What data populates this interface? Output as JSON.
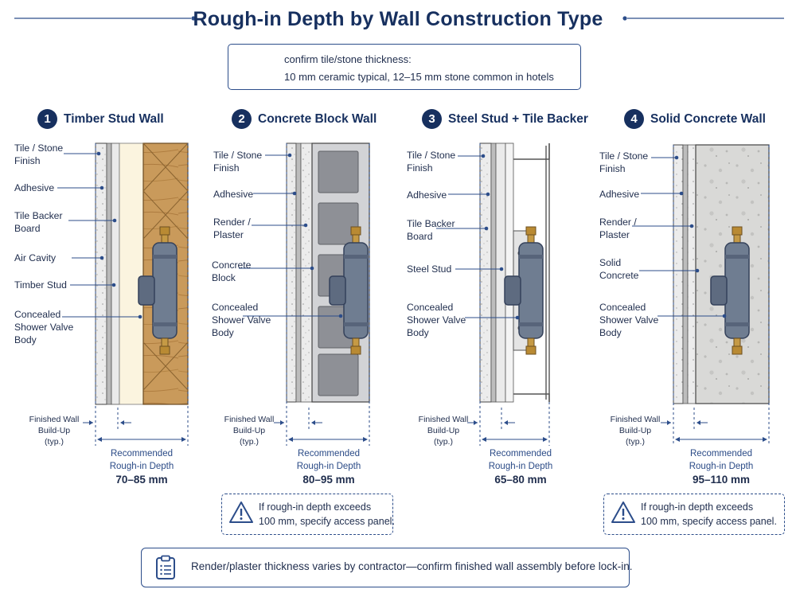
{
  "title": "Rough-in Depth by Wall Construction Type",
  "note": {
    "line1": "confirm tile/stone thickness:",
    "line2": "10 mm ceramic typical, 12–15 mm stone common in hotels"
  },
  "panels": [
    {
      "number": "1",
      "heading": "Timber Stud Wall",
      "labels": [
        "Tile / Stone\nFinish",
        "Adhesive",
        "Tile Backer\nBoard",
        "Air Cavity",
        "Timber Stud",
        "Concealed\nShower Valve\nBody"
      ],
      "finished_wall": "Finished Wall\nBuild-Up\n(typ.)",
      "recommended": "Recommended\nRough-in Depth",
      "range": "70–85 mm"
    },
    {
      "number": "2",
      "heading": "Concrete Block Wall",
      "labels": [
        "Tile / Stone\nFinish",
        "Adhesive",
        "Render /\nPlaster",
        "Concrete\nBlock",
        "Concealed\nShower Valve\nBody"
      ],
      "finished_wall": "Finished Wall\nBuild-Up\n(typ.)",
      "recommended": "Recommended\nRough-in Depth",
      "range": "80–95 mm"
    },
    {
      "number": "3",
      "heading": "Steel Stud + Tile Backer",
      "labels": [
        "Tile / Stone\nFinish",
        "Adhesive",
        "Tile Backer\nBoard",
        "Steel Stud",
        "Concealed\nShower Valve\nBody"
      ],
      "finished_wall": "Finished Wall\nBuild-Up\n(typ.)",
      "recommended": "Recommended\nRough-in Depth",
      "range": "65–80 mm"
    },
    {
      "number": "4",
      "heading": "Solid Concrete Wall",
      "labels": [
        "Tile / Stone\nFinish",
        "Adhesive",
        "Render /\nPlaster",
        "Solid\nConcrete",
        "Concealed\nShower Valve\nBody"
      ],
      "finished_wall": "Finished Wall\nBuild-Up\n(typ.)",
      "recommended": "Recommended\nRough-in Depth",
      "range": "95–110 mm"
    }
  ],
  "warnings": [
    "If rough-in depth exceeds\n100 mm, specify access panel.",
    "If rough-in depth exceeds\n100 mm, specify access panel."
  ],
  "footer": "Render/plaster thickness varies by contractor—confirm finished wall assembly before lock-in.",
  "colors": {
    "navy": "#17305f",
    "accent": "#2c4d8a",
    "timber": "#c99a5b",
    "backer": "#fbf4df",
    "block": "#8e9096",
    "concrete": "#d8d8d6",
    "valve": "#6f7d91",
    "brass": "#b98a33"
  }
}
